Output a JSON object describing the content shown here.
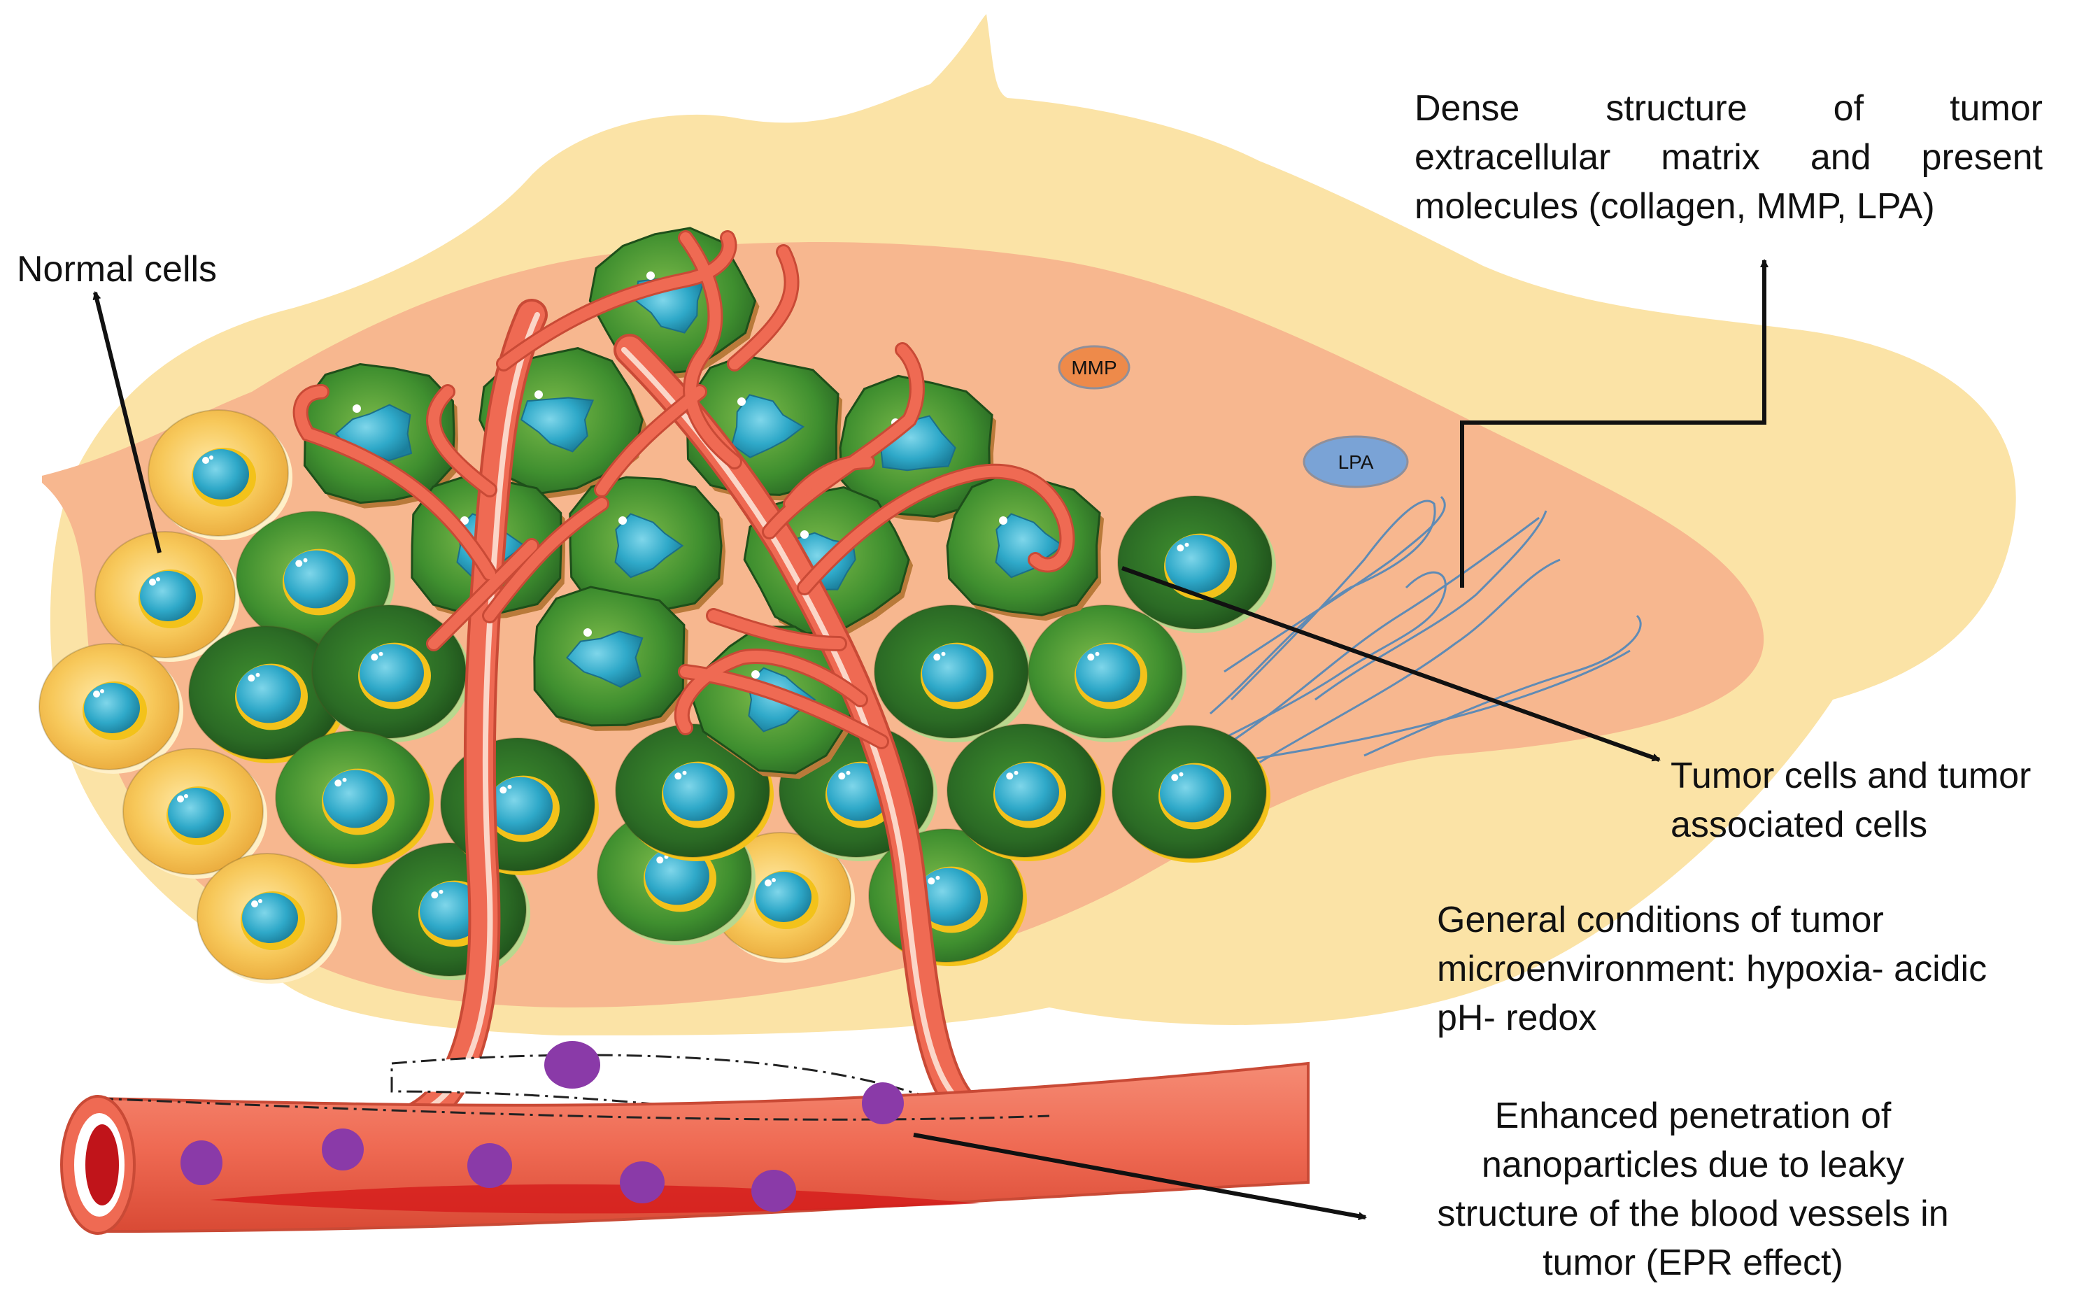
{
  "colors": {
    "outer_matrix": "#fbe3a6",
    "inner_matrix": "#f7b78f",
    "normal_cell": "#f7c85a",
    "normal_cell_edge": "#fff0c8",
    "tumor_cell_dark": "#2b6b25",
    "tumor_cell_mid": "#3f8f2f",
    "nucleus": "#2fa9c9",
    "vessel": "#ef6a53",
    "nanoparticle": "#8a3aa8",
    "collagen": "#5f8bb5"
  },
  "icons": [
    "arrow-icon",
    "cell-icon",
    "nanoparticle-icon",
    "blood-vessel-icon",
    "collagen-fiber-icon"
  ],
  "labels": {
    "normal_cells": "Normal cells",
    "dense_structure": [
      "Dense structure of tumor",
      "extracellular matrix and present",
      "molecules (collagen, MMP, LPA)"
    ],
    "tumor_cells": [
      "Tumor cells and tumor",
      "associated cells"
    ],
    "general_conditions": [
      "General conditions of tumor",
      "microenvironment: hypoxia- acidic",
      "pH- redox"
    ],
    "epr": [
      "Enhanced penetration of",
      "nanoparticles due to leaky",
      "structure of the blood vessels in",
      "tumor (EPR effect)"
    ],
    "mmp": "MMP",
    "lpa": "LPA"
  }
}
